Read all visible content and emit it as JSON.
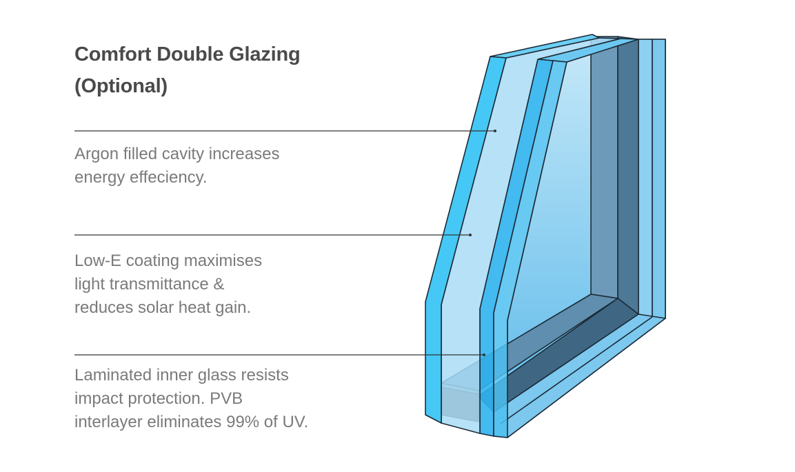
{
  "title": {
    "line1": "Comfort Double Glazing",
    "line2": "(Optional)"
  },
  "callouts": [
    {
      "lines": [
        "Argon filled cavity increases",
        "energy effeciency."
      ]
    },
    {
      "lines": [
        "Low-E coating maximises",
        "light transmittance &",
        "reduces solar heat gain."
      ]
    },
    {
      "lines": [
        "Laminated inner glass resists",
        "impact protection. PVB",
        "interlayer eliminates 99% of UV."
      ]
    }
  ],
  "colors": {
    "glass_light": "#a9dcf6",
    "glass_edge": "#45c8f5",
    "frame_dark": "#4d7896",
    "spacer": "#555555",
    "text": "#7a7a7a",
    "heading": "#4a4a4a"
  }
}
